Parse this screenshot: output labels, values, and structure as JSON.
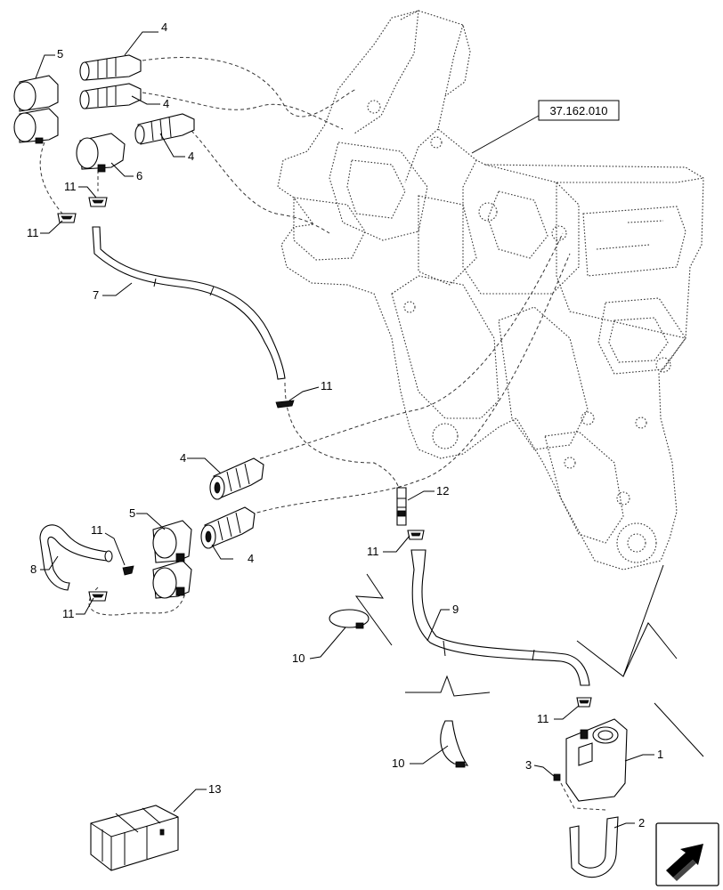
{
  "reference_label": "37.162.010",
  "callouts": {
    "c1": "1",
    "c2": "2",
    "c3": "3",
    "c4a": "4",
    "c4b": "4",
    "c4c": "4",
    "c4d": "4",
    "c4e": "4",
    "c5a": "5",
    "c5b": "5",
    "c6": "6",
    "c7": "7",
    "c8": "8",
    "c9": "9",
    "c10a": "10",
    "c10b": "10",
    "c11a": "11",
    "c11b": "11",
    "c11c": "11",
    "c11d": "11",
    "c11e": "11",
    "c11f": "11",
    "c11g": "11",
    "c12": "12",
    "c13": "13"
  },
  "icons": {
    "nav_arrow": "arrow-icon",
    "kit_box": "crate-icon"
  }
}
